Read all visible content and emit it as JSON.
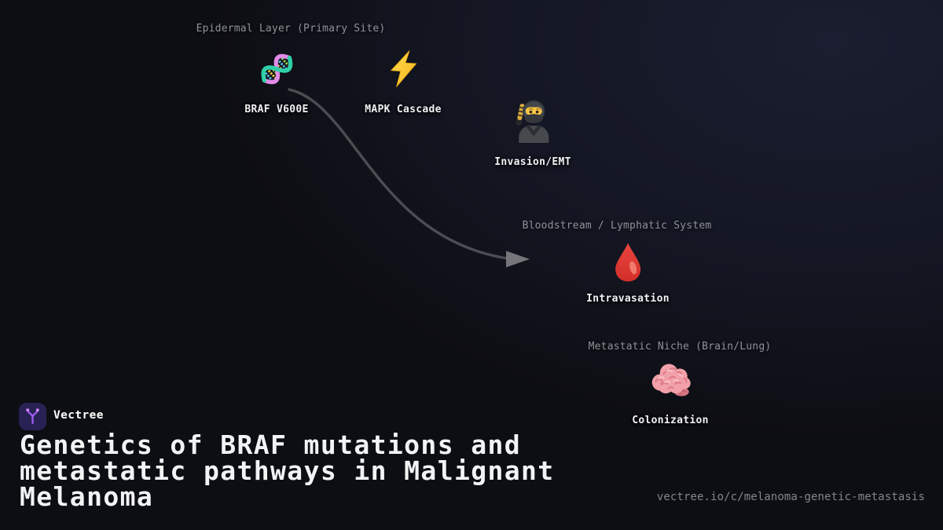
{
  "page": {
    "background_base": "#0d0e13",
    "background_glow": "#1a1e30"
  },
  "diagram": {
    "sections": {
      "epidermal": {
        "label": "Epidermal Layer (Primary Site)"
      },
      "bloodstream": {
        "label": "Bloodstream / Lymphatic System"
      },
      "metastatic": {
        "label": "Metastatic Niche (Brain/Lung)"
      }
    },
    "nodes": {
      "braf": {
        "label": "BRAF V600E",
        "icon": "dna-emoji"
      },
      "mapk": {
        "label": "MAPK Cascade",
        "icon": "lightning-bolt-emoji"
      },
      "invasion": {
        "label": "Invasion/EMT",
        "icon": "ninja-emoji"
      },
      "intravasation": {
        "label": "Intravasation",
        "icon": "blood-drop-emoji"
      },
      "colonization": {
        "label": "Colonization",
        "icon": "brain-emoji"
      }
    },
    "edges": [
      {
        "from": "braf",
        "to": "intravasation",
        "style": "curved-arrow"
      }
    ],
    "colors": {
      "section_label": "#8e9298",
      "node_label": "#f0f1f3",
      "connector": "#4c4c52",
      "arrowhead": "#76767a"
    }
  },
  "brand": {
    "name": "Vectree",
    "logo_bg": "#272253",
    "logo_glyph": "#a15ef0"
  },
  "title": {
    "text": "Genetics of BRAF mutations and metastatic pathways in Malignant Melanoma"
  },
  "footer": {
    "url": "vectree.io/c/melanoma-genetic-metastasis"
  }
}
